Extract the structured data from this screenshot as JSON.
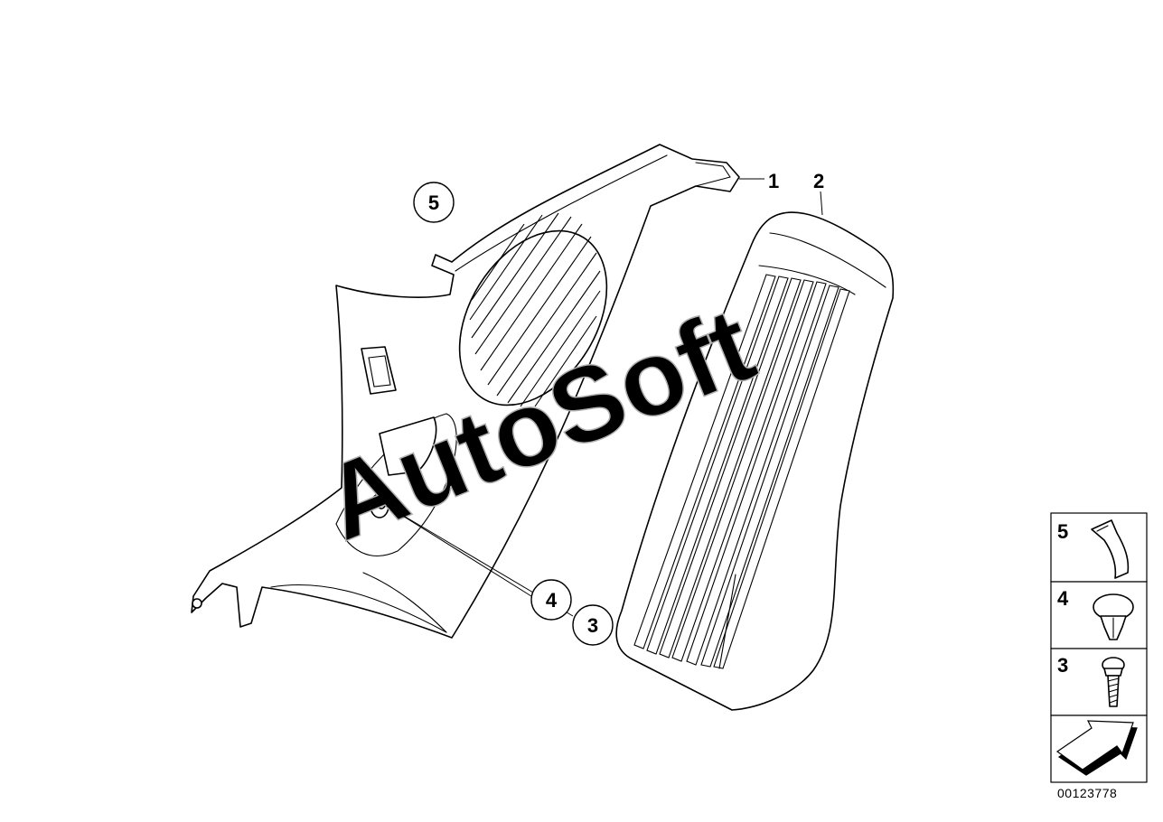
{
  "callouts": {
    "item_1": "1",
    "item_2": "2",
    "item_3": "3",
    "item_4": "4",
    "item_5": "5"
  },
  "legend": {
    "rows": [
      {
        "number": "5",
        "icon": "clip-icon"
      },
      {
        "number": "4",
        "icon": "push-rivet-icon"
      },
      {
        "number": "3",
        "icon": "screw-icon"
      }
    ],
    "arrow_icon": "direction-arrow-icon"
  },
  "watermark": "AutoSoft",
  "doc_number": "00123778",
  "colors": {
    "line": "#000000",
    "background": "#ffffff",
    "watermark": "#b0b0b0"
  }
}
